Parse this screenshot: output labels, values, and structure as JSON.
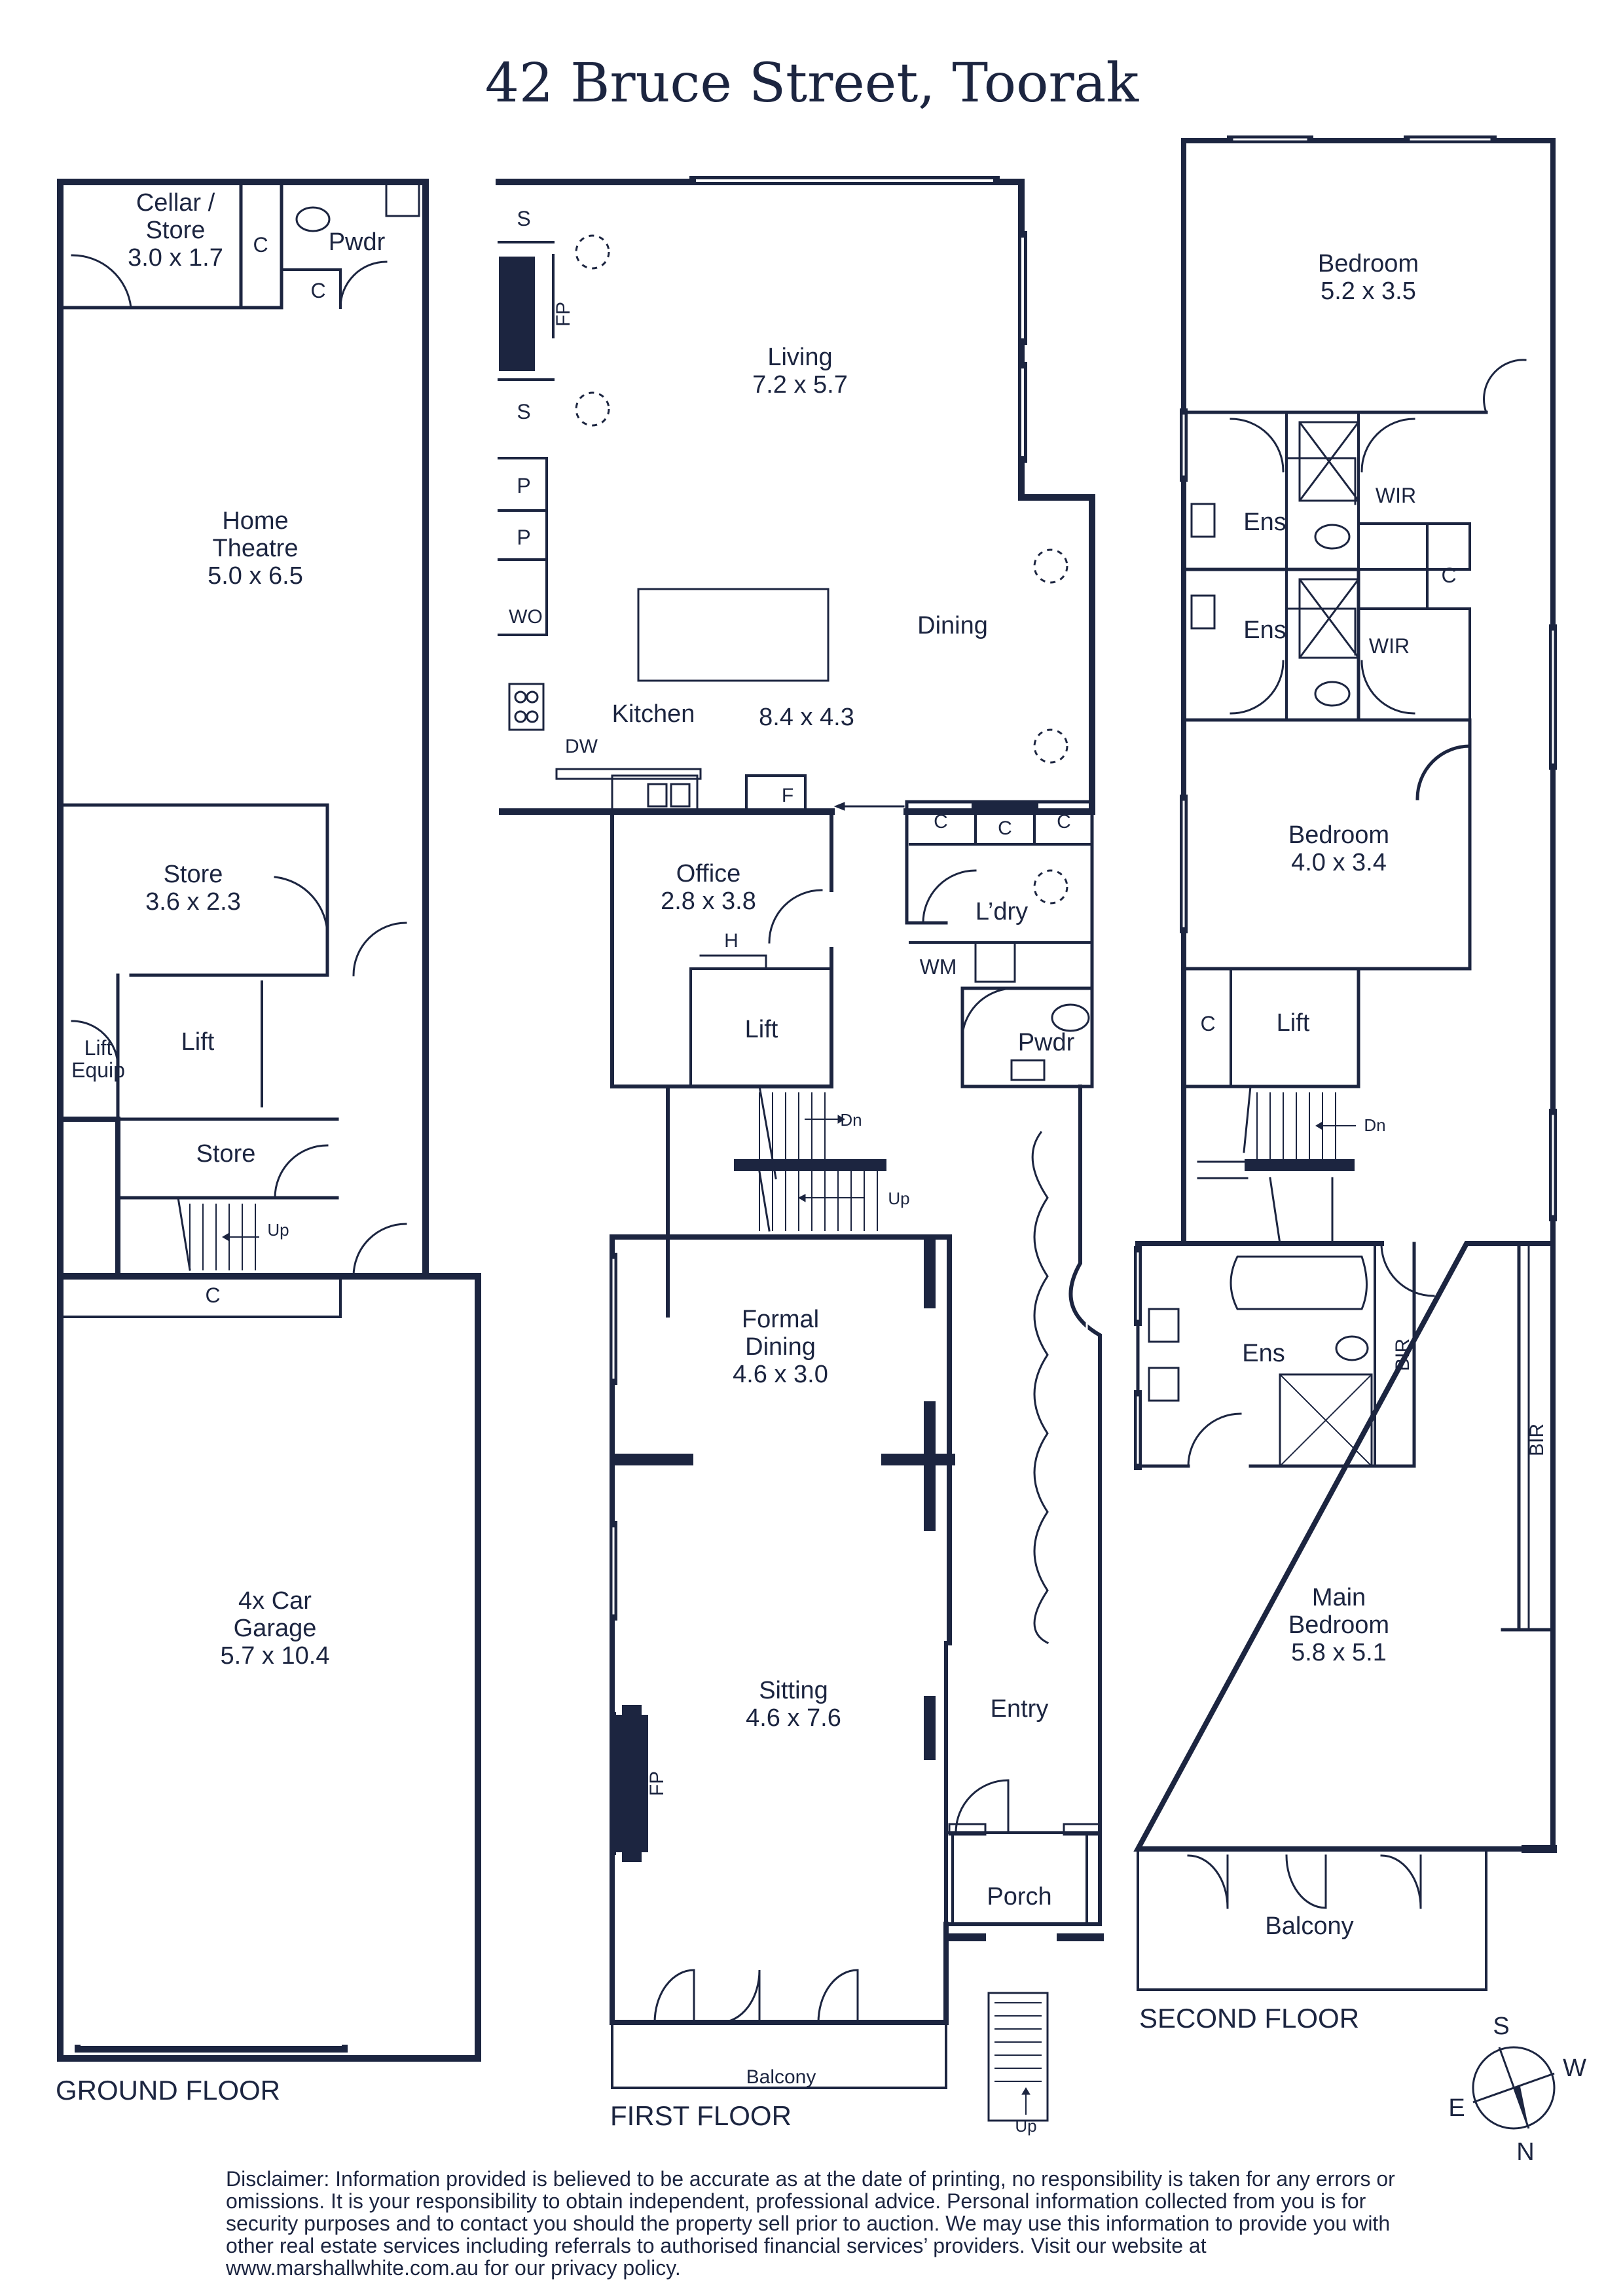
{
  "title": "42 Bruce Street, Toorak",
  "floors": {
    "ground": "GROUND FLOOR",
    "first": "FIRST FLOOR",
    "second": "SECOND FLOOR"
  },
  "ground_floor": {
    "cellar": [
      "Cellar /",
      "Store",
      "3.0  x 1.7"
    ],
    "cellar_c": "C",
    "pwdr": "Pwdr",
    "pwdr_c": "C",
    "theatre": [
      "Home",
      "Theatre",
      "5.0 x 6.5"
    ],
    "store1": [
      "Store",
      "3.6 x 2.3"
    ],
    "lift_equip": [
      "Lift",
      "Equip"
    ],
    "lift": "Lift",
    "store2": "Store",
    "stairs_up": "Up",
    "garage_c": "C",
    "garage": [
      "4x Car",
      "Garage",
      "5.7 x 10.4"
    ]
  },
  "first_floor": {
    "s1": "S",
    "fp1": "FP",
    "s2": "S",
    "p1": "P",
    "p2": "P",
    "wo": "WO",
    "living": [
      "Living",
      "7.2 x 5.7"
    ],
    "dining": "Dining",
    "kitchen": "Kitchen",
    "kitchen_dims": "8.4 x 4.3",
    "dw": "DW",
    "f": "F",
    "c1": "C",
    "c2": "C",
    "c3": "C",
    "office": [
      "Office",
      "2.8 x 3.8"
    ],
    "h": "H",
    "lift": "Lift",
    "laundry": "L’dry",
    "wm": "WM",
    "pwdr": "Pwdr",
    "stairs_dn": "Dn",
    "stairs_up": "Up",
    "formal_dining": [
      "Formal",
      "Dining",
      "4.6 x 3.0"
    ],
    "sitting": [
      "Sitting",
      "4.6 x 7.6"
    ],
    "fp2": "FP",
    "entry": "Entry",
    "porch": "Porch",
    "balcony": "Balcony",
    "entry_up": "Up"
  },
  "second_floor": {
    "bedroom1": [
      "Bedroom",
      "5.2 x 3.5"
    ],
    "ens1": "Ens",
    "wir1": "WIR",
    "c1": "C",
    "ens2": "Ens",
    "wir2": "WIR",
    "bedroom2": [
      "Bedroom",
      "4.0 x 3.4"
    ],
    "c2": "C",
    "lift": "Lift",
    "stairs_dn": "Dn",
    "ens3": "Ens",
    "bir1": "BIR",
    "bir2": "BIR",
    "main_bedroom": [
      "Main",
      "Bedroom",
      "5.8 x 5.1"
    ],
    "balcony": "Balcony"
  },
  "compass": {
    "n": "N",
    "s": "S",
    "e": "E",
    "w": "W"
  },
  "disclaimer": "Disclaimer: Information provided is believed to be accurate as at the date of printing, no responsibility is taken for any errors or omissions. It is your responsibility to obtain independent, professional advice. Personal information collected from you is for security purposes and to contact you should the property sell prior to auction. We may use this information to provide you with other real estate services including referrals to authorised financial services’ providers. Visit our website at www.marshallwhite.com.au for our privacy policy.",
  "colors": {
    "ink": "#1c2540",
    "paper": "#ffffff"
  }
}
